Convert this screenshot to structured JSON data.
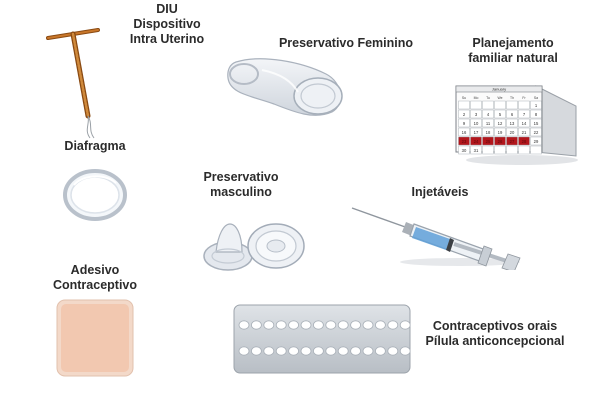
{
  "items": {
    "diu": {
      "lines": [
        "DIU",
        "Dispositivo",
        "Intra Uterino"
      ]
    },
    "preservativo_feminino": {
      "lines": [
        "Preservativo Feminino"
      ]
    },
    "planejamento": {
      "lines": [
        "Planejamento",
        "familiar natural"
      ]
    },
    "diafragma": {
      "lines": [
        "Diafragma"
      ]
    },
    "preservativo_masculino": {
      "lines": [
        "Preservativo",
        "masculino"
      ]
    },
    "injetaveis": {
      "lines": [
        "Injetáveis"
      ]
    },
    "adesivo": {
      "lines": [
        "Adesivo",
        "Contraceptivo"
      ]
    },
    "pilula": {
      "lines": [
        "Contraceptivos orais",
        "Pílula anticoncepcional"
      ]
    }
  },
  "calendar": {
    "month": "January",
    "weekdays": [
      "Su",
      "Mo",
      "Tu",
      "We",
      "Th",
      "Fr",
      "Sa"
    ],
    "days": [
      [
        "",
        "",
        "",
        "",
        "",
        "",
        "1"
      ],
      [
        "2",
        "3",
        "4",
        "5",
        "6",
        "7",
        "8"
      ],
      [
        "9",
        "10",
        "11",
        "12",
        "13",
        "14",
        "15"
      ],
      [
        "16",
        "17",
        "18",
        "19",
        "20",
        "21",
        "22"
      ],
      [
        "23",
        "24",
        "25",
        "26",
        "27",
        "28",
        "29"
      ],
      [
        "30",
        "31",
        "",
        "",
        "",
        "",
        ""
      ]
    ],
    "highlighted_days": [
      "23",
      "24",
      "25",
      "26",
      "27",
      "28"
    ]
  },
  "colors": {
    "label_text": "#2b2b2b",
    "copper": "#b5651d",
    "calendar_red": "#b3161c",
    "patch_fill": "#f2c8b0",
    "blister_fill": "#c9ced3",
    "syringe_liquid": "#5fa0d8"
  }
}
